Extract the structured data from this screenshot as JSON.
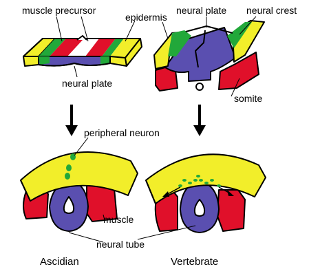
{
  "labels": {
    "muscle_precursor": "muscle precursor",
    "epidermis": "epidermis",
    "neural_plate_top": "neural plate",
    "neural_crest": "neural crest",
    "neural_plate_left": "neural plate",
    "somite": "somite",
    "peripheral_neuron": "peripheral neuron",
    "muscle": "muscle",
    "neural_tube": "neural tube"
  },
  "captions": {
    "left": "Ascidian",
    "right": "Vertebrate"
  },
  "colors": {
    "epidermis": "#f2ee2a",
    "neural": "#5a4fb0",
    "muscle": "#e0102a",
    "crest": "#22a83a",
    "outline": "#000000"
  }
}
